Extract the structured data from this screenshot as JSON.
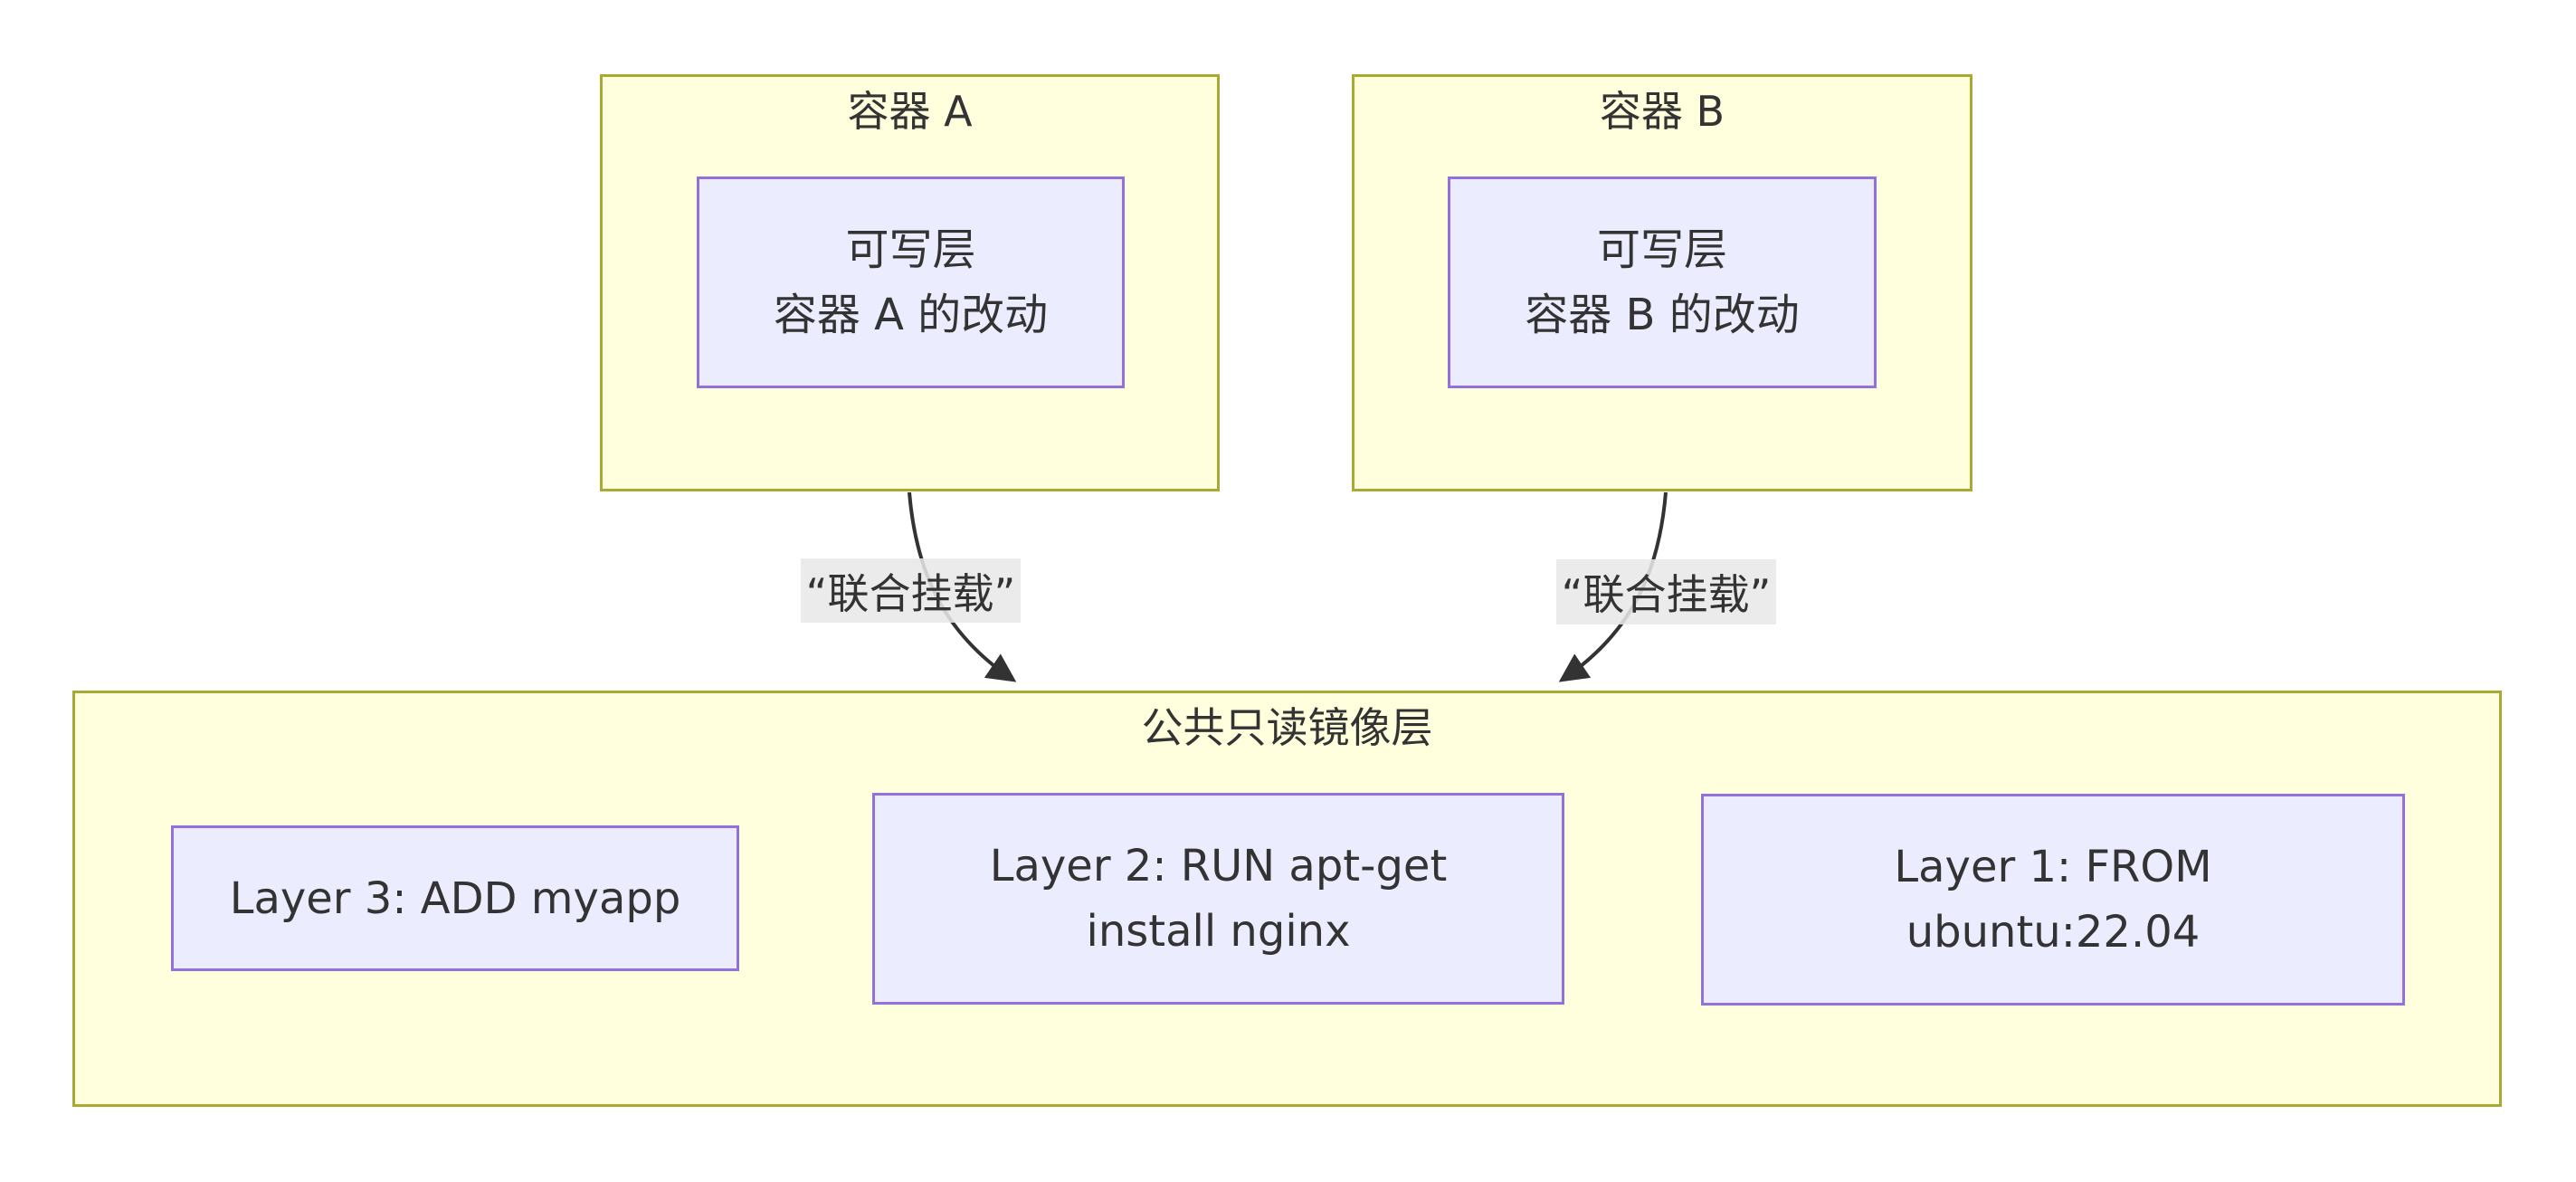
{
  "diagram": {
    "type": "flowchart",
    "background": "#ffffff",
    "colors": {
      "cluster_fill": "#ffffde",
      "cluster_border": "#aaaa33",
      "node_fill": "#ececff",
      "node_border": "#9370db",
      "text": "#333333",
      "edge_line": "#333333",
      "edge_label_bg": "#e8e8e8"
    },
    "containers": [
      {
        "title": "容器 A",
        "node": {
          "lines": [
            "可写层",
            "容器 A 的改动"
          ]
        }
      },
      {
        "title": "容器 B",
        "node": {
          "lines": [
            "可写层",
            "容器 B 的改动"
          ]
        }
      }
    ],
    "edges": [
      {
        "label": "“联合挂载”",
        "from": "容器 A",
        "to": "公共只读镜像层"
      },
      {
        "label": "“联合挂载”",
        "from": "容器 B",
        "to": "公共只读镜像层"
      }
    ],
    "image_layer": {
      "title": "公共只读镜像层",
      "layers": [
        {
          "lines": [
            "Layer 3: ADD myapp"
          ]
        },
        {
          "lines": [
            "Layer 2: RUN apt-get",
            "install nginx"
          ]
        },
        {
          "lines": [
            "Layer 1: FROM",
            "ubuntu:22.04"
          ]
        }
      ]
    }
  }
}
